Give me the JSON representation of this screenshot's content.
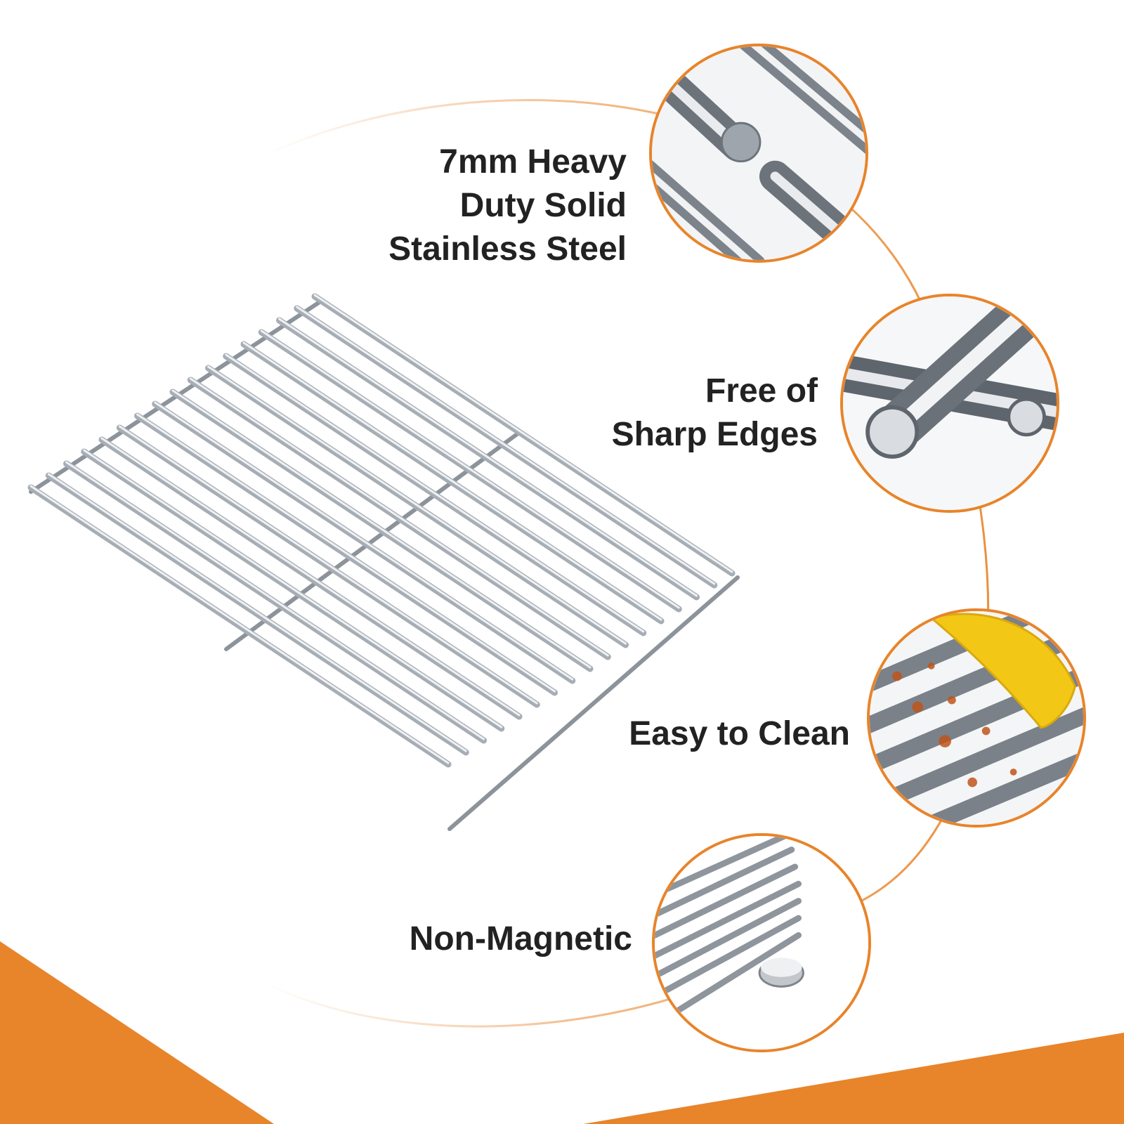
{
  "colors": {
    "accent": "#e8842a",
    "text": "#222222",
    "steel": "#b8bcc2",
    "background": "#ffffff"
  },
  "product": {
    "icon": "stainless-steel-grill-grate"
  },
  "features": [
    {
      "icon": "solid-rod-cross-section-icon",
      "lines": [
        "7mm Heavy",
        "Duty Solid",
        "Stainless Steel"
      ]
    },
    {
      "icon": "rounded-rod-end-icon",
      "lines": [
        "Free of",
        "Sharp Edges"
      ]
    },
    {
      "icon": "sponge-cleaning-icon",
      "lines": [
        "Easy to Clean"
      ]
    },
    {
      "icon": "magnet-icon",
      "lines": [
        "Non-Magnetic"
      ]
    }
  ]
}
